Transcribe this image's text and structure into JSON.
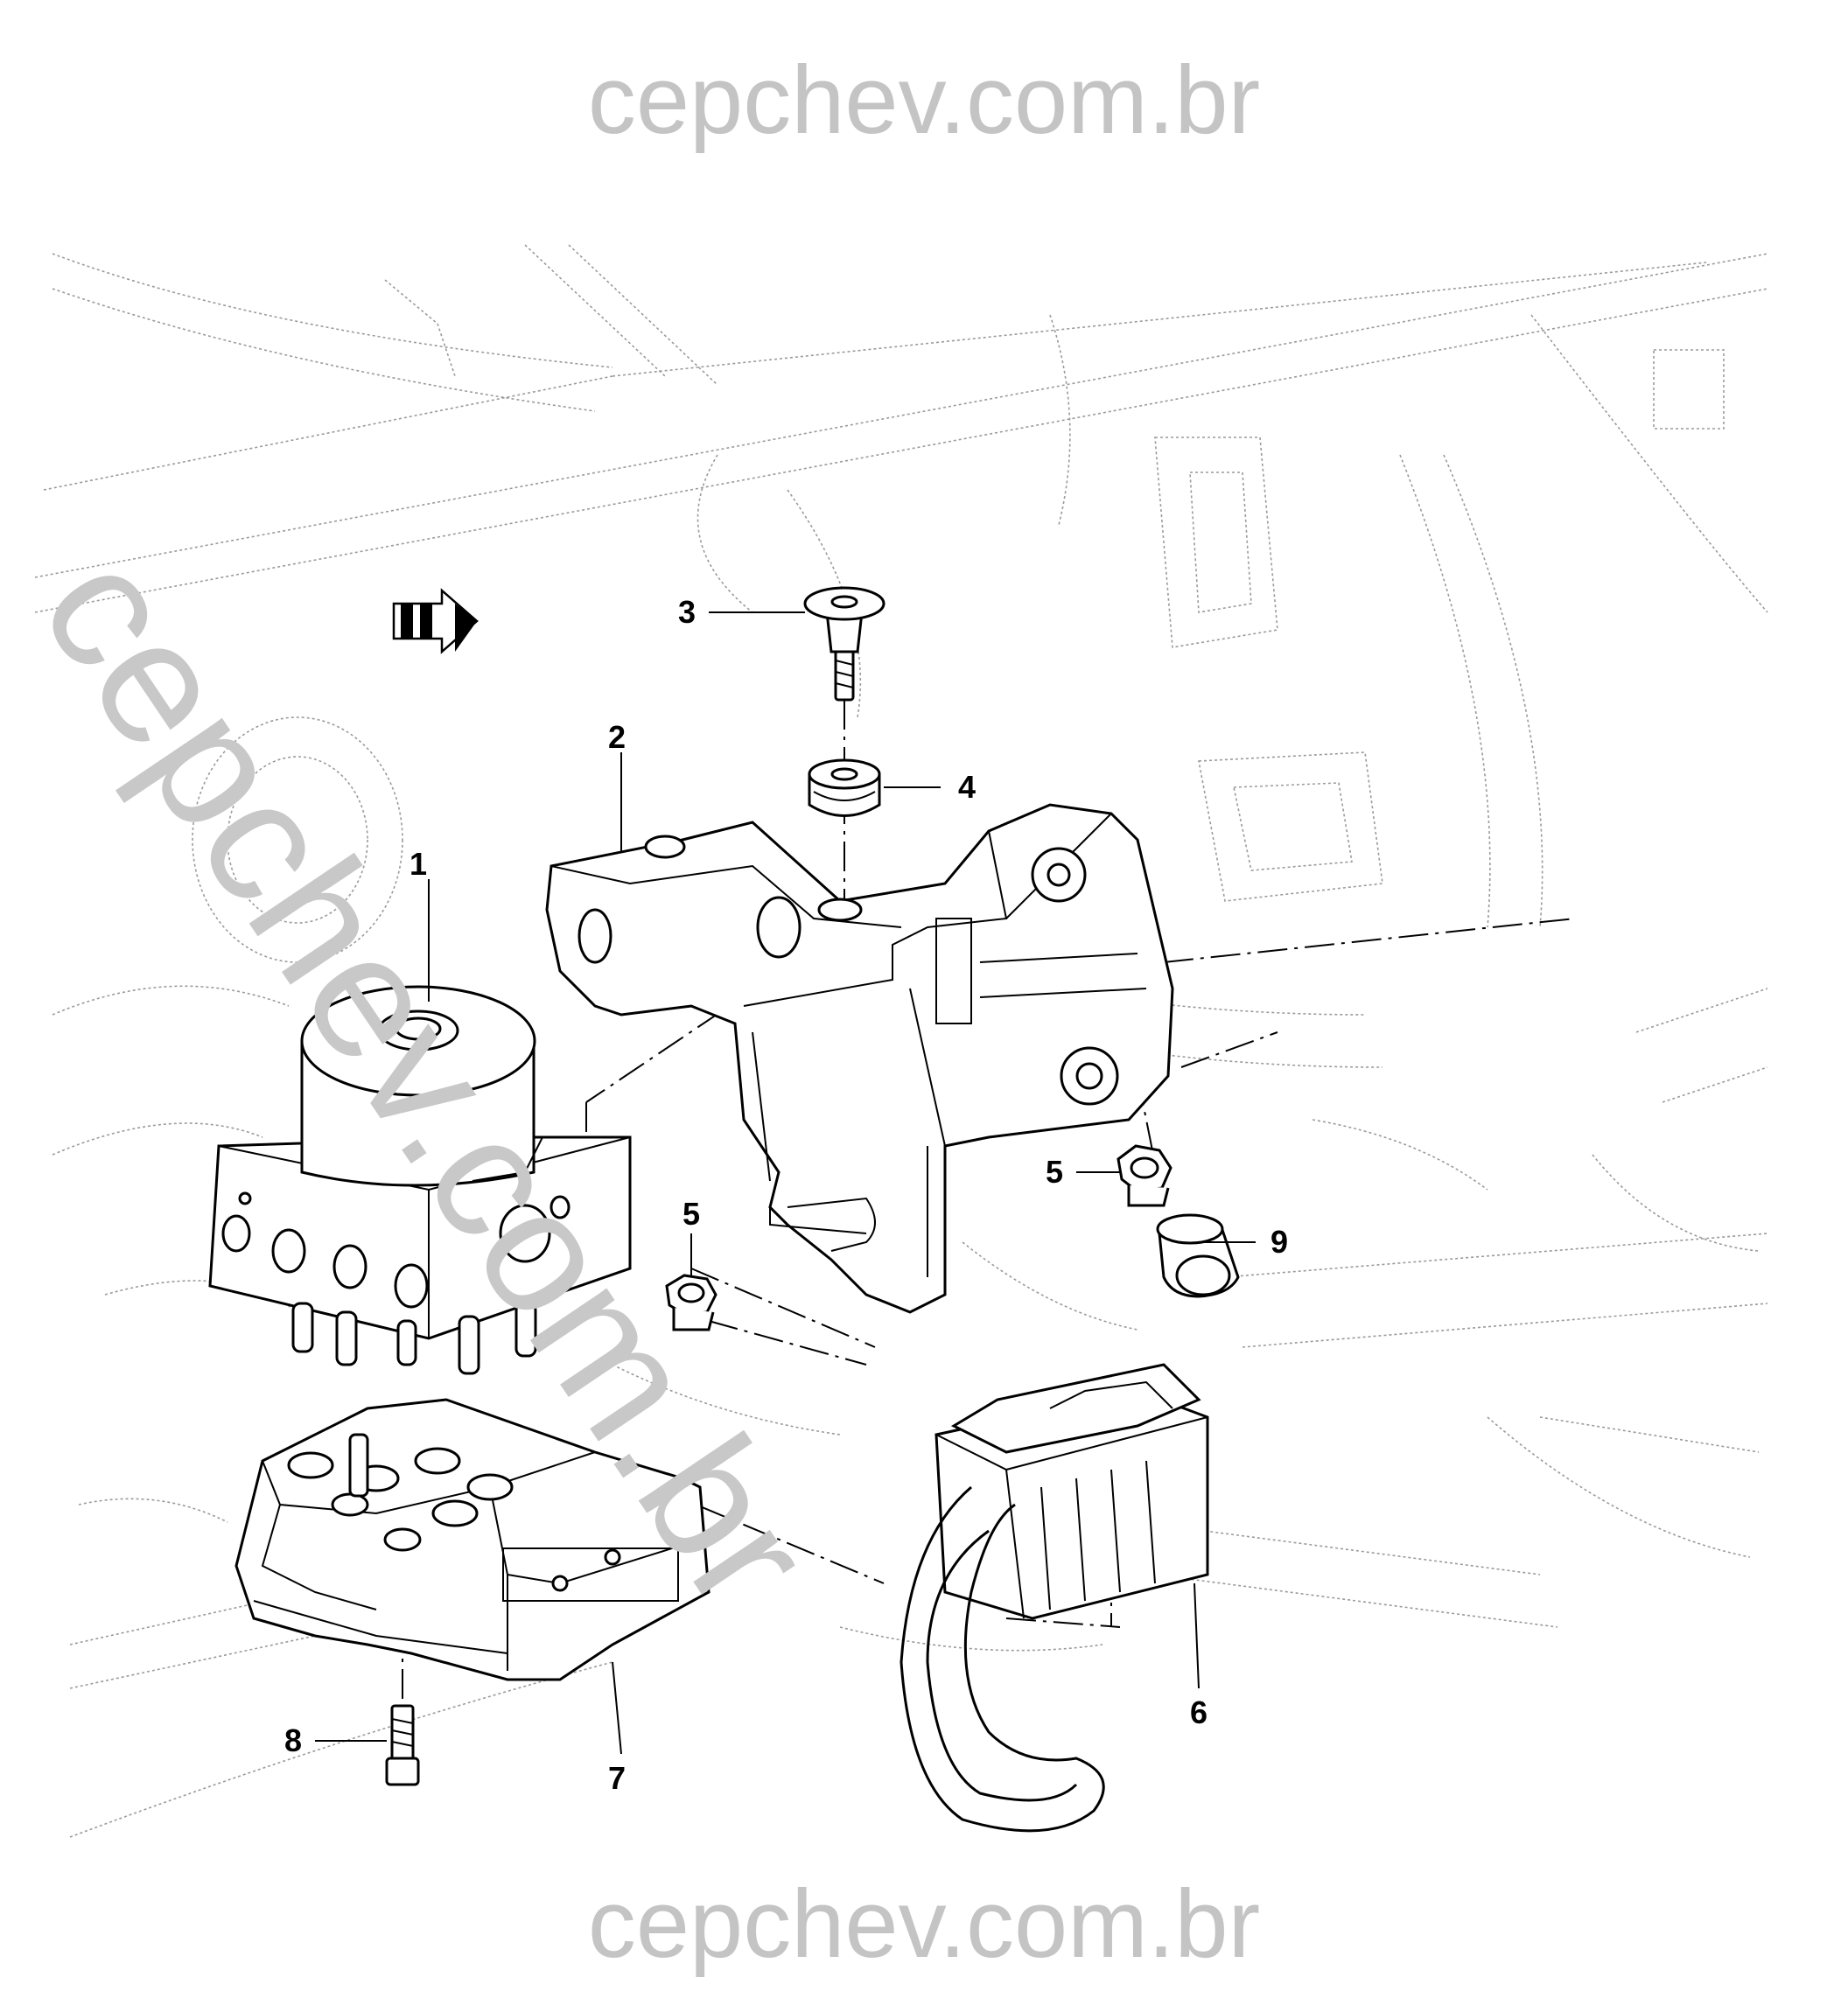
{
  "watermark": {
    "top": "cepchev.com.br",
    "diagonal": "cepchev.com.br",
    "bottom": "cepchev.com.br"
  },
  "callouts": {
    "c1": "1",
    "c2": "2",
    "c3": "3",
    "c4": "4",
    "c5a": "5",
    "c5b": "5",
    "c6": "6",
    "c7": "7",
    "c8": "8",
    "c9": "9"
  },
  "icons": {
    "arrow": "front-direction-arrow-icon"
  }
}
